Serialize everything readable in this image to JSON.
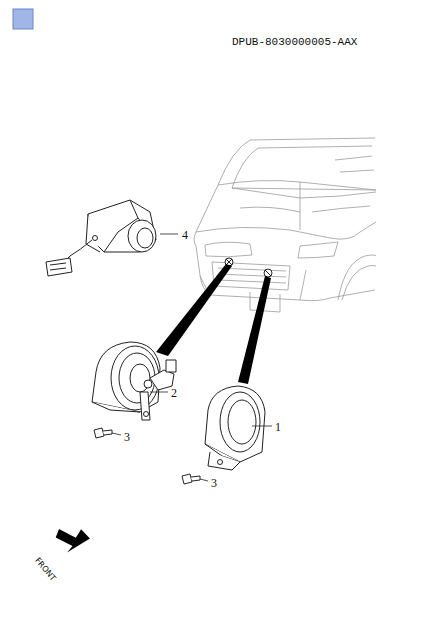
{
  "diagram": {
    "labels": [
      "DPUB-8030000005-AAX",
      "4",
      "2",
      "3",
      "1",
      "3",
      "FRONT"
    ]
  }
}
